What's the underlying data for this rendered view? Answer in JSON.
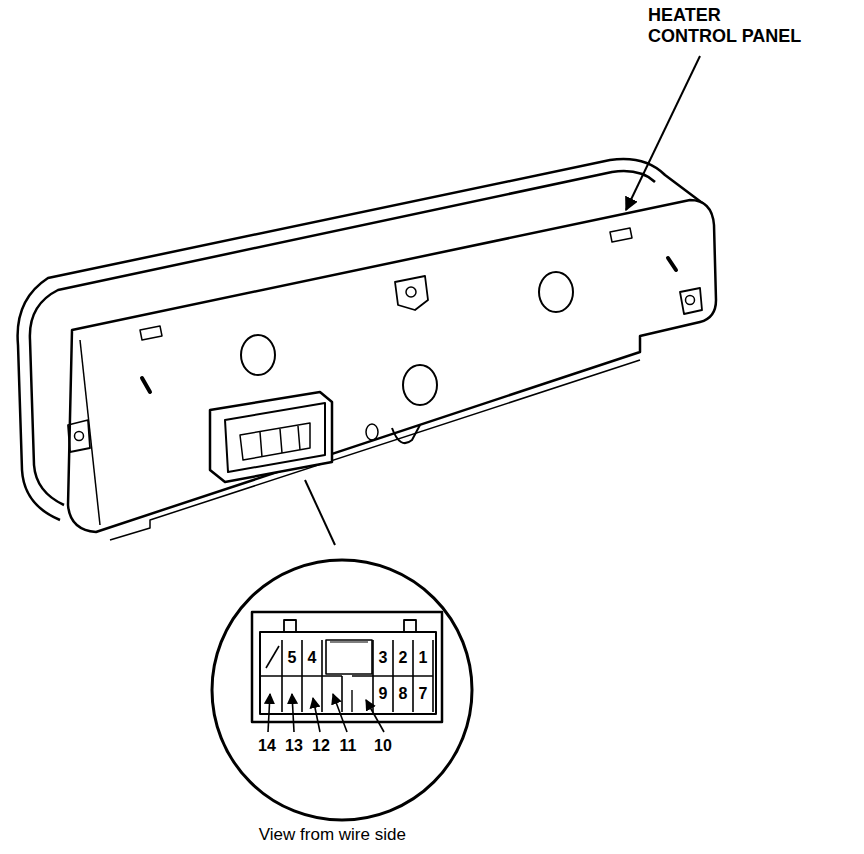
{
  "diagram": {
    "caption": "View from wire side",
    "labels": [
      "HEATER CONTROL PANEL",
      "5",
      "4",
      "3",
      "2",
      "1",
      "9",
      "8",
      "7",
      "14",
      "13",
      "12",
      "11",
      "10"
    ]
  }
}
